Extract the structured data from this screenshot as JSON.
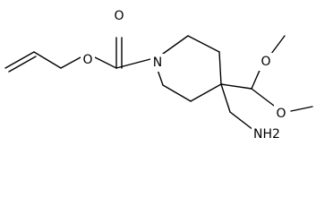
{
  "molecule": {
    "atoms": {
      "carbonyl_oxygen": "O",
      "ester_oxygen": "O",
      "ring_nitrogen": "N",
      "methoxy_oxygen_top": "O",
      "methoxy_oxygen_bottom": "O",
      "amine": "NH2"
    }
  },
  "colors": {
    "bond": "#000000",
    "background": "#ffffff"
  }
}
